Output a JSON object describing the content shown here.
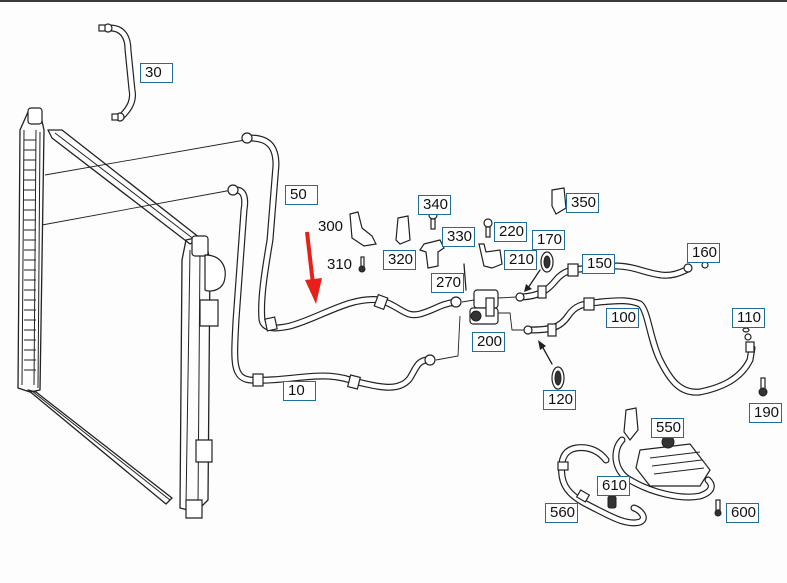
{
  "diagram": {
    "title": "Refrigerant lines and radiator assembly",
    "accent_color": "#1f6e96",
    "highlight_arrow_color": "#e8201c",
    "callouts": [
      {
        "id": "30",
        "label": "30",
        "boxed": true
      },
      {
        "id": "50",
        "label": "50",
        "boxed": true
      },
      {
        "id": "10",
        "label": "10",
        "boxed": true
      },
      {
        "id": "300",
        "label": "300",
        "boxed": false
      },
      {
        "id": "310",
        "label": "310",
        "boxed": false
      },
      {
        "id": "320",
        "label": "320",
        "boxed": true
      },
      {
        "id": "340",
        "label": "340",
        "boxed": true
      },
      {
        "id": "330",
        "label": "330",
        "boxed": true
      },
      {
        "id": "270",
        "label": "270",
        "boxed": true
      },
      {
        "id": "220",
        "label": "220",
        "boxed": true
      },
      {
        "id": "210",
        "label": "210",
        "boxed": true
      },
      {
        "id": "170",
        "label": "170",
        "boxed": true
      },
      {
        "id": "350",
        "label": "350",
        "boxed": true
      },
      {
        "id": "150",
        "label": "150",
        "boxed": true
      },
      {
        "id": "160",
        "label": "160",
        "boxed": true
      },
      {
        "id": "200",
        "label": "200",
        "boxed": true
      },
      {
        "id": "100",
        "label": "100",
        "boxed": true
      },
      {
        "id": "110",
        "label": "110",
        "boxed": true
      },
      {
        "id": "120",
        "label": "120",
        "boxed": true
      },
      {
        "id": "190",
        "label": "190",
        "boxed": true
      },
      {
        "id": "550",
        "label": "550",
        "boxed": true
      },
      {
        "id": "610",
        "label": "610",
        "boxed": true
      },
      {
        "id": "560",
        "label": "560",
        "boxed": true
      },
      {
        "id": "600",
        "label": "600",
        "boxed": true
      }
    ],
    "highlighted_part": "50"
  }
}
